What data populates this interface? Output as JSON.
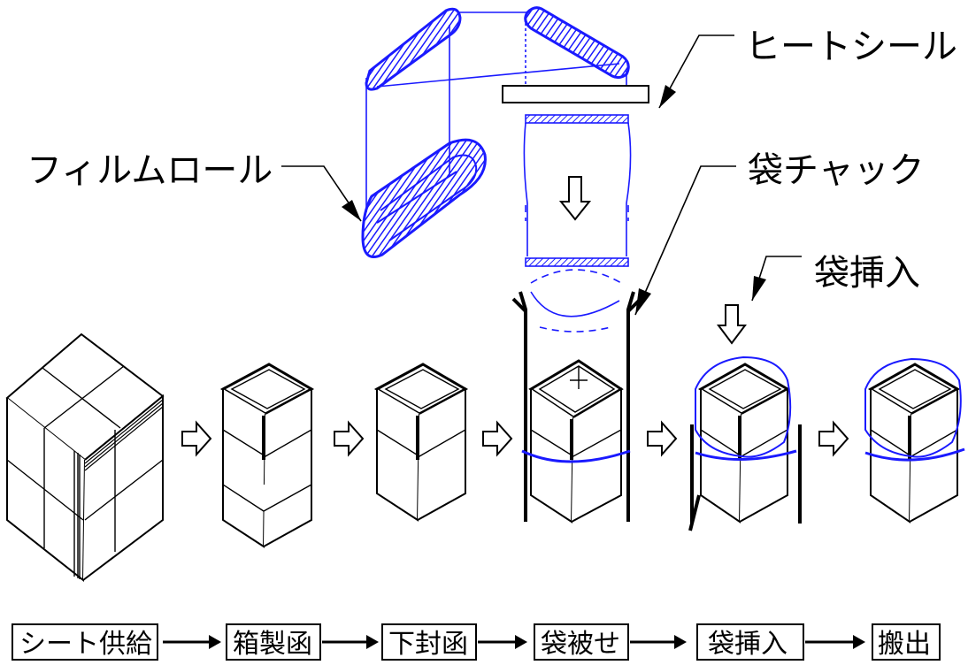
{
  "labels": {
    "heat_seal": "ヒートシール",
    "film_roll": "フィルムロール",
    "bag_chuck": "袋チャック",
    "bag_insert": "袋挿入"
  },
  "steps": [
    "シート供給",
    "箱製函",
    "下封函",
    "袋被せ",
    "袋挿入",
    "搬出"
  ],
  "colors": {
    "film": "#1a1aff",
    "line": "#000000"
  }
}
